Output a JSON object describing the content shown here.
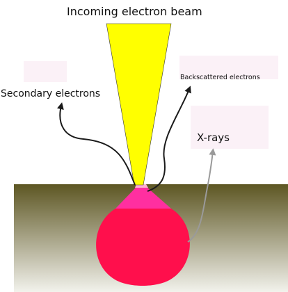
{
  "labels": {
    "beam": "Incoming electron beam",
    "secondary": "Secondary electrons",
    "backscattered": "Backscattered electrons",
    "xrays": "X-rays"
  },
  "colors": {
    "beam_fill": "#ffff00",
    "sample_top": "#5d5623",
    "sample_bottom": "#f2f2ec",
    "neck_light": "#ffb3d0",
    "neck": "#ff2fa0",
    "drop": "#ff0f4c",
    "arrow_dark": "#1a1a1a",
    "arrow_gray": "#9a9a9a"
  }
}
